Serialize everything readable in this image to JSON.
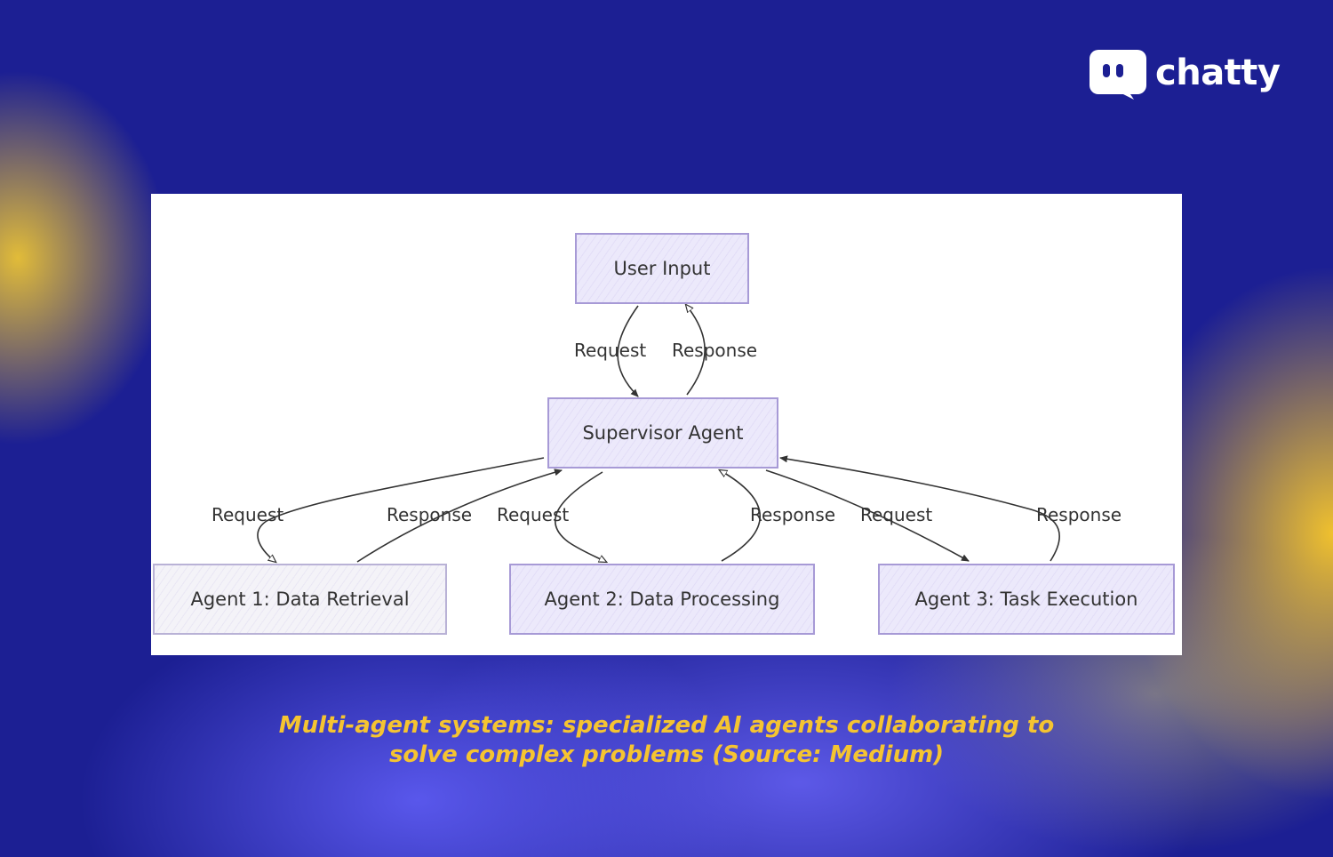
{
  "brand": {
    "name": "chatty",
    "icon": "chat-bubble-icon"
  },
  "diagram": {
    "nodes": {
      "user_input": "User Input",
      "supervisor": "Supervisor Agent",
      "agent1": "Agent 1: Data Retrieval",
      "agent2": "Agent 2: Data Processing",
      "agent3": "Agent 3: Task Execution"
    },
    "edges": {
      "user_to_supervisor": "Request",
      "supervisor_to_user": "Response",
      "supervisor_to_agent1": "Request",
      "agent1_to_supervisor": "Response",
      "supervisor_to_agent2": "Request",
      "agent2_to_supervisor": "Response",
      "supervisor_to_agent3": "Request",
      "agent3_to_supervisor": "Response"
    }
  },
  "caption": {
    "line1": "Multi-agent systems: specialized AI agents collaborating to",
    "line2": "solve complex problems (Source: Medium)"
  },
  "colors": {
    "background": "#1c1f93",
    "caption": "#f5c431",
    "node_fill": "#ece9fb",
    "node_border": "#a79ad6",
    "edge": "#333333"
  }
}
